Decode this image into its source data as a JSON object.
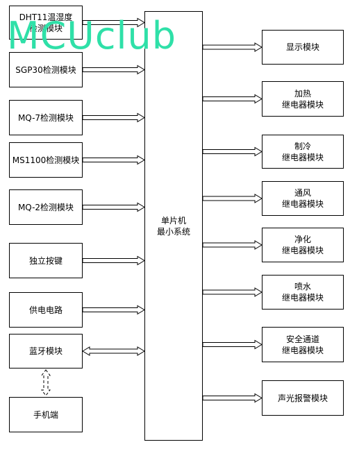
{
  "watermark": "MCUclub",
  "center": {
    "label": "单片机\n最小系统"
  },
  "inputs": [
    {
      "label": "DHT11温湿度\n检测模块"
    },
    {
      "label": "SGP30检测模块"
    },
    {
      "label": "MQ-7检测模块"
    },
    {
      "label": "MS1100检测模块"
    },
    {
      "label": "MQ-2检测模块"
    },
    {
      "label": "独立按键"
    },
    {
      "label": "供电电路"
    }
  ],
  "bluetooth": {
    "label": "蓝牙模块"
  },
  "phone": {
    "label": "手机端"
  },
  "outputs": [
    {
      "label": "显示模块"
    },
    {
      "label": "加热\n继电器模块"
    },
    {
      "label": "制冷\n继电器模块"
    },
    {
      "label": "通风\n继电器模块"
    },
    {
      "label": "净化\n继电器模块"
    },
    {
      "label": "喷水\n继电器模块"
    },
    {
      "label": "安全通道\n继电器模块"
    },
    {
      "label": "声光报警模块"
    }
  ]
}
